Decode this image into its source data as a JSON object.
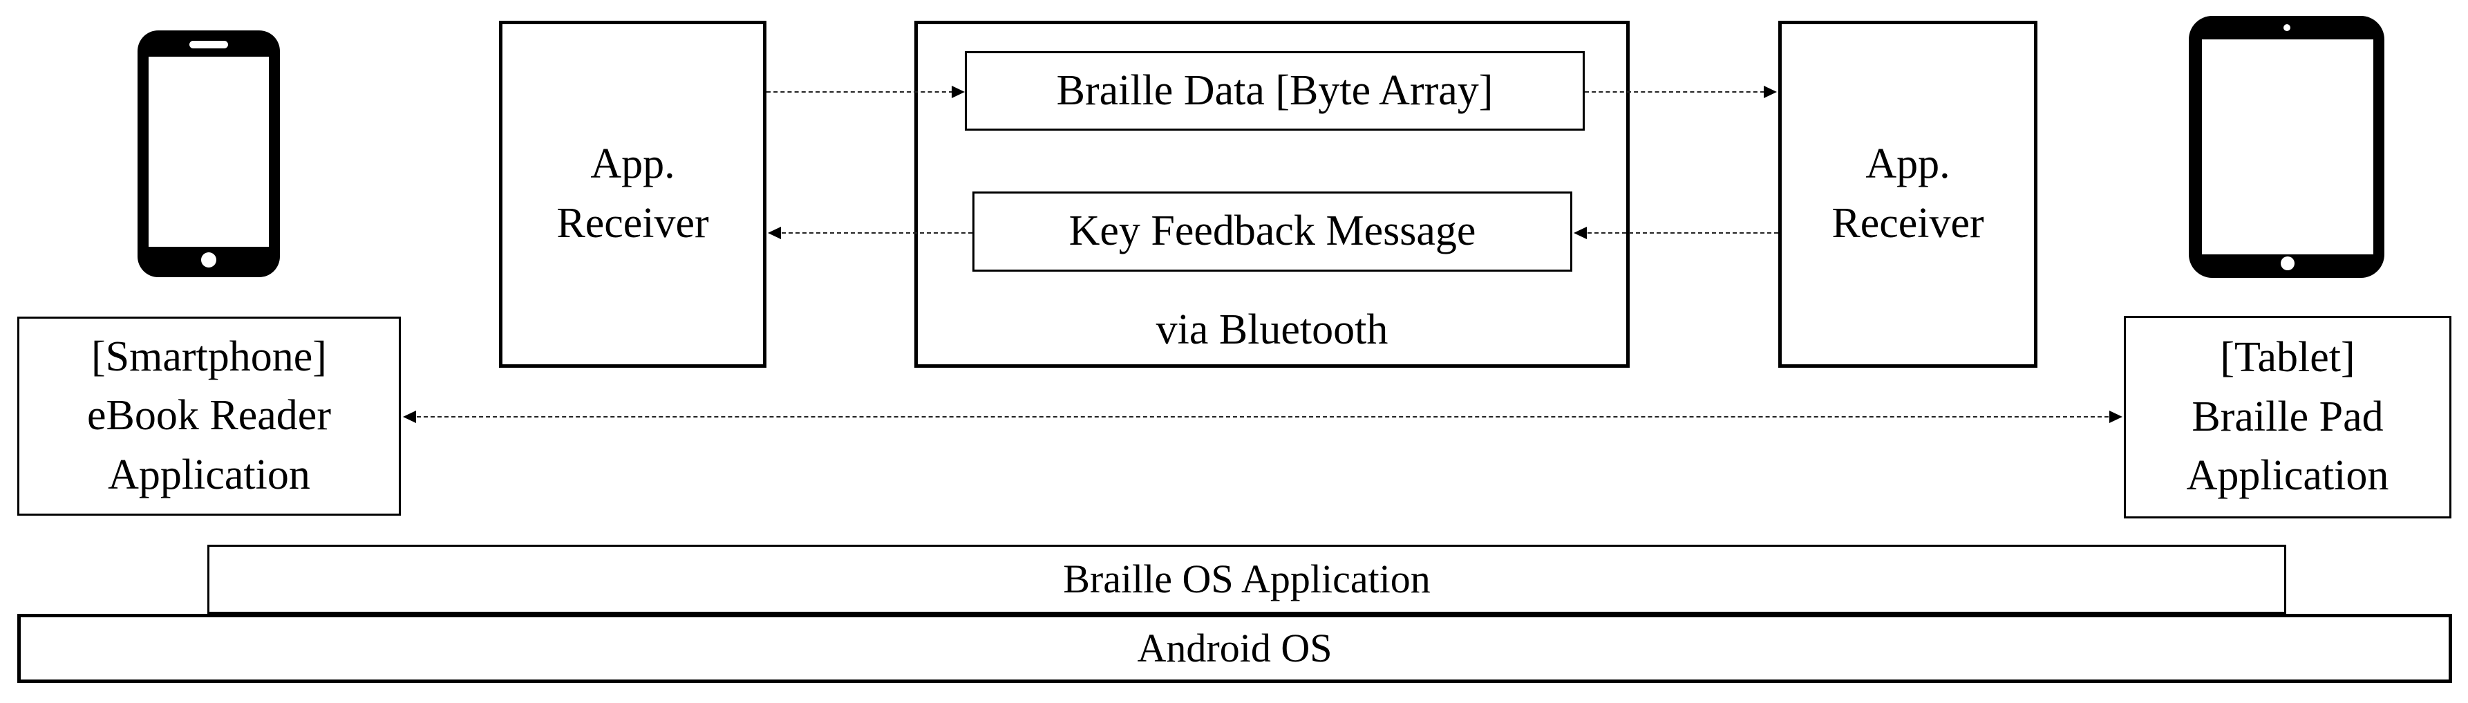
{
  "diagram": {
    "colors": {
      "ink": "#000000",
      "background": "#ffffff"
    },
    "left_device": {
      "icon": "smartphone-icon",
      "box_lines": [
        "[Smartphone]",
        "eBook Reader",
        "Application"
      ]
    },
    "right_device": {
      "icon": "tablet-icon",
      "box_lines": [
        "[Tablet]",
        "Braille Pad",
        "Application"
      ]
    },
    "receivers": {
      "left": {
        "line1": "App.",
        "line2": "Receiver"
      },
      "right": {
        "line1": "App.",
        "line2": "Receiver"
      }
    },
    "bluetooth": {
      "braille_data_label": "Braille Data [Byte Array]",
      "key_feedback_label": "Key Feedback Message",
      "caption": "via Bluetooth"
    },
    "layers": {
      "braille_os": "Braille OS Application",
      "android_os": "Android OS"
    }
  }
}
